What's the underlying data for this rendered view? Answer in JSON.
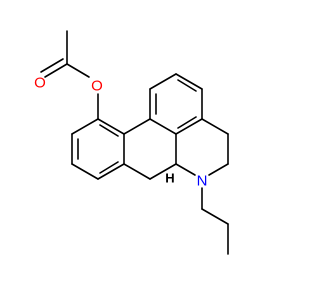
{
  "molecule": {
    "atoms": {
      "O_carbonyl": {
        "symbol": "O",
        "color": "#ff0000"
      },
      "O_ester": {
        "symbol": "O",
        "color": "#ff0000"
      },
      "N": {
        "symbol": "N",
        "color": "#0000ff"
      },
      "H_stereo": {
        "symbol": "H",
        "color": "#000000"
      }
    }
  },
  "colors": {
    "bond": "#000000",
    "oxygen": "#ff0000",
    "nitrogen": "#0000ff",
    "background": "#ffffff"
  }
}
